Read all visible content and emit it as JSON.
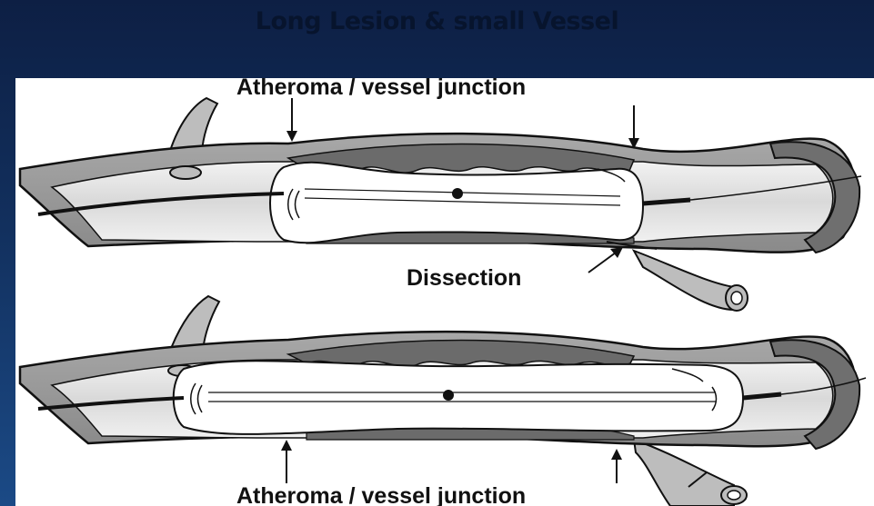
{
  "slide": {
    "title": "Long Lesion & small Vessel"
  },
  "figure": {
    "top_panel": {
      "junction_label": "Atheroma / vessel junction",
      "dissection_label": "Dissection"
    },
    "bottom_panel": {
      "junction_label": "Atheroma / vessel junction"
    }
  },
  "colors": {
    "background_top": "#0d1f44",
    "background_bottom": "#1b4a86",
    "vessel_wall": "#9c9c9c",
    "plaque": "#6b6b6b",
    "lumen": "#dedede",
    "balloon": "#ffffff",
    "outline": "#111111"
  }
}
